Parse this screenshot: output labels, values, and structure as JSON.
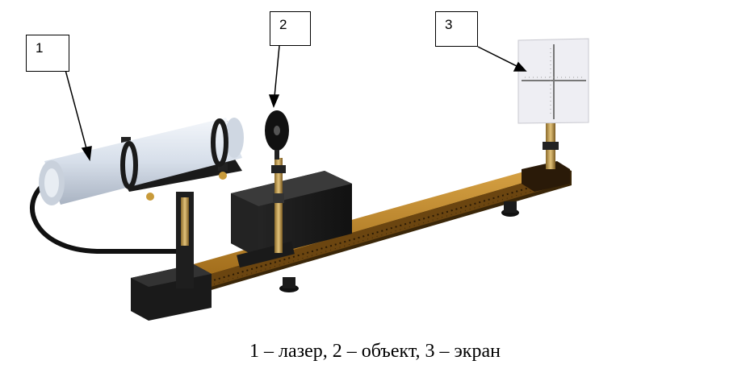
{
  "callouts": [
    {
      "number": "1"
    },
    {
      "number": "2"
    },
    {
      "number": "3"
    }
  ],
  "caption": "1 – лазер, 2 – объект, 3 – экран",
  "colors": {
    "rail": "#b07a20",
    "rail_dark": "#5a3a0a",
    "laser_body": "#dfe6ef",
    "box": "#1c1c1c",
    "screen": "#f2f2f6"
  }
}
